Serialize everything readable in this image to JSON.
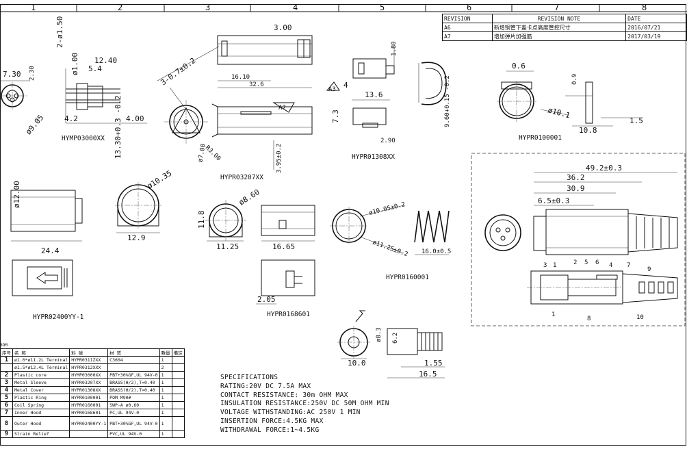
{
  "zones": [
    "1",
    "2",
    "3",
    "4",
    "5",
    "6",
    "7",
    "8"
  ],
  "revision": {
    "header": [
      "REVISION",
      "REVISION NOTE",
      "DATE"
    ],
    "rows": [
      {
        "rev": "A6",
        "note": "新增铜管下盖卡点高度管控尺寸",
        "date": "2016/07/21"
      },
      {
        "rev": "A7",
        "note": "增加弹片加强筋",
        "date": "2017/03/19"
      }
    ]
  },
  "part_labels": {
    "p1": "HYMP03000XX",
    "p2": "HYPR03207XX",
    "p3": "HYPR01308XX",
    "p4": "HYPR0100001",
    "p5": "HYPR02400YY-1",
    "p6": "HYPR0168601",
    "p7": "HYPR0160001"
  },
  "dims": {
    "d730": "7.30",
    "d230": "2.30",
    "d905": "ø9.05",
    "d150": "2-ø1.50",
    "d100": "ø1.00",
    "d1240": "12.40",
    "d54": "5.4",
    "d42": "4.2",
    "d400": "4.00",
    "d307": "3-0.7±0.2",
    "d300": "3.00",
    "d1610": "16.10",
    "d326": "32.6",
    "dA7": "A7",
    "d180": "1.80",
    "dA3": "A3",
    "d4": "4",
    "d136": "13.6",
    "d73": "7.3",
    "d290": "2.90",
    "d960": "9.60+0.15 -0.2",
    "d06": "0.6",
    "d09": "0.9",
    "d101": "ø10.1",
    "d108": "10.8",
    "d15": "1.5",
    "dR300": "R3.00",
    "dø700": "ø7.00",
    "d395": "3.95±0.2",
    "d1330": "13.30+0.3 -0.2",
    "d1035": "ø10.35",
    "d129": "12.9",
    "d860": "ø8.60",
    "d118": "11.8",
    "d1125": "11.25",
    "d1665": "16.65",
    "d1005": "ø10.05±0.2",
    "d1125b": "ø11.25±0.2",
    "d160": "16.0±0.5",
    "d205": "2.05",
    "d244": "24.4",
    "d1200": "ø12.00",
    "d492": "49.2±0.3",
    "d362": "36.2",
    "d309": "30.9",
    "d65": "6.5±0.3",
    "d83": "ø8.3",
    "d62": "6.2",
    "d100b": "10.0",
    "d155": "1.55",
    "d165": "16.5"
  },
  "callouts": [
    "3",
    "1",
    "2",
    "5",
    "6",
    "4",
    "7",
    "9",
    "1",
    "8",
    "10"
  ],
  "bom": {
    "caption": "BOM",
    "header": [
      "序号",
      "名 称",
      "料 號",
      "材 質",
      "數量",
      "備註"
    ],
    "rows": [
      {
        "no": "1",
        "name": "ø1.0*ø11.2L Terminal",
        "part": "HYPR0311ZXX",
        "mat": "C3604",
        "qty": "1"
      },
      {
        "no": "",
        "name": "ø1.5*ø12.4L Terminal",
        "part": "HYPR0312XXX",
        "mat": "",
        "qty": "2"
      },
      {
        "no": "2",
        "name": "Plastic core",
        "part": "HYMP03000XX",
        "mat": "PBT+30%GF,UL 94V-0",
        "qty": "1"
      },
      {
        "no": "3",
        "name": "Metal Sleeve",
        "part": "HYPR03207XX",
        "mat": "BRASS(H/2),T=0.40",
        "qty": "1"
      },
      {
        "no": "4",
        "name": "Metal Cover",
        "part": "HYPR01308XX",
        "mat": "BRASS(H/2),T=0.40",
        "qty": "1"
      },
      {
        "no": "5",
        "name": "Plastic Ring",
        "part": "HYPR0100001",
        "mat": "POM M90#",
        "qty": "1"
      },
      {
        "no": "6",
        "name": "Coil Spring",
        "part": "HYPR0160001",
        "mat": "SWP-A ø0.60",
        "qty": "1"
      },
      {
        "no": "7",
        "name": "Inner Hood",
        "part": "HYPR0168601",
        "mat": "PC,UL 94V-0",
        "qty": "1"
      },
      {
        "no": "8",
        "name": "Outer Hood",
        "part": "HYPR02400YY-1",
        "mat": "PBT+30%GF,UL 94V-0",
        "qty": "1"
      },
      {
        "no": "9",
        "name": "Strain Relief",
        "part": "",
        "mat": "PVC,UL 94V-0",
        "qty": "1"
      }
    ]
  },
  "specs": {
    "title": "SPECIFICATIONS",
    "lines": [
      "RATING:20V DC 7.5A MAX",
      "CONTACT RESISTANCE: 30m OHM MAX",
      "INSULATION RESISTANCE:250V DC 50M OHM MIN",
      "VOLTAGE WITHSTANDING:AC 250V 1 MIN",
      "INSERTION FORCE:4.5KG MAX",
      "WITHDRAWAL FORCE:1~4.5KG"
    ]
  }
}
